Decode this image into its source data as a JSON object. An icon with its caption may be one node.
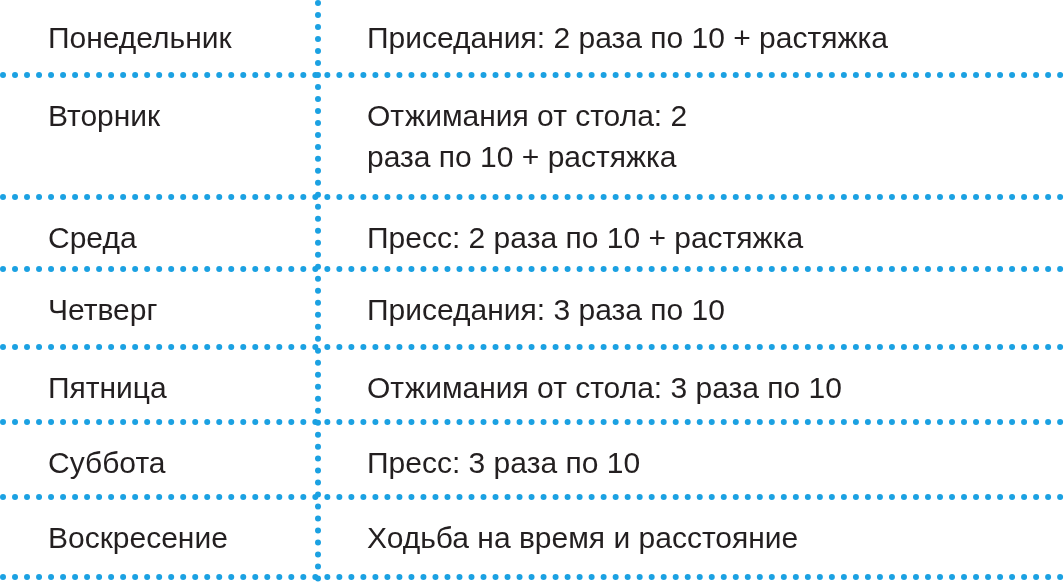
{
  "diagram": {
    "labels": [
      "Понедельник",
      "Приседания: 2 раза по 10 + растяжка",
      "Вторник",
      "Отжимания от стола: 2 раза по 10 + растяжка",
      "Среда",
      "Пресс: 2 раза по 10 + растяжка",
      "Четверг",
      "Приседания: 3 раза по 10",
      "Пятница",
      "Отжимания от стола: 3 раза по 10",
      "Суббота",
      "Пресс: 3 раза по 10",
      "Воскресение",
      "Ходьба на время и расстояние"
    ]
  }
}
